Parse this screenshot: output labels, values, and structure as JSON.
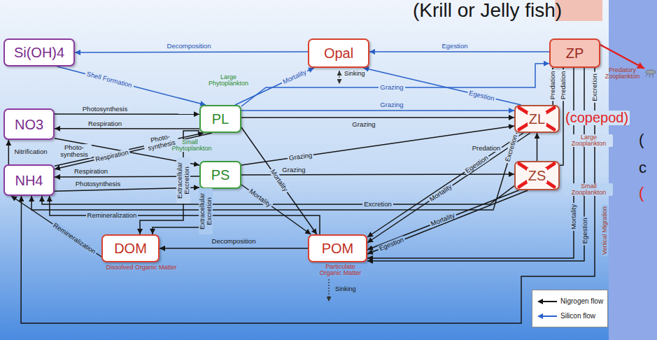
{
  "diagram": {
    "nodes": [
      {
        "text": [
          "Si(OH)4"
        ]
      },
      {
        "text": [
          "Opal"
        ]
      },
      {
        "text": [
          "ZP",
          "Predatory Zooplankton"
        ]
      },
      {
        "text": [
          "NO3"
        ]
      },
      {
        "text": [
          "PL",
          "Large Phytoplankton"
        ]
      },
      {
        "text": [
          "ZL",
          "Large Zooplankton"
        ]
      },
      {
        "text": [
          "NH4"
        ]
      },
      {
        "text": [
          "PS",
          "Small Phytoplankton"
        ]
      },
      {
        "text": [
          "ZS",
          "Small Zooplankton"
        ]
      },
      {
        "text": [
          "DOM",
          "Dissolved Organic Matter"
        ]
      },
      {
        "text": [
          "POM",
          "Particulate Organic Matter"
        ]
      }
    ],
    "edges": [
      {
        "from": 1,
        "to": 0,
        "label": "Decomposition",
        "arrow": "to"
      },
      {
        "from": 2,
        "to": 1,
        "label": "Egestion",
        "arrow": "to"
      },
      {
        "from": 0,
        "to": 4,
        "label": "Shell Formation",
        "arrow": "to"
      },
      {
        "from": 4,
        "to": 1,
        "label": "Mortality",
        "arrow": "to"
      },
      {
        "from": 5,
        "to": 1,
        "label": "Egestion",
        "arrow": "to"
      },
      {
        "from": 4,
        "to": 2,
        "label": "Grazing",
        "arrow": "to"
      },
      {
        "from": 4,
        "to": 5,
        "label": "Grazing",
        "arrow": "to"
      },
      {
        "from": 4,
        "to": 5,
        "label": "Grazing",
        "arrow": "to"
      },
      {
        "from": 3,
        "to": 4,
        "label": "Photosynthesis",
        "arrow": "to"
      },
      {
        "from": 4,
        "to": 3,
        "label": "Respiration",
        "arrow": "to"
      },
      {
        "from": 3,
        "to": 7,
        "label": "Photo- synthesis",
        "arrow": "to"
      },
      {
        "from": 6,
        "to": 4,
        "label": "Photo- synthesis",
        "arrow": "to"
      },
      {
        "from": 4,
        "to": 6,
        "label": "Respiration",
        "arrow": "to"
      },
      {
        "from": 7,
        "to": 6,
        "label": "Respiration",
        "arrow": "to"
      },
      {
        "from": 6,
        "to": 7,
        "label": "Photosynthesis",
        "arrow": "to"
      },
      {
        "from": 6,
        "to": 3,
        "label": "Nitrification",
        "arrow": "to"
      },
      {
        "from": 4,
        "to": 9,
        "label": "Extracellular Excretion",
        "arrow": "to"
      },
      {
        "from": 7,
        "to": 9,
        "label": "Extracellular Excretion",
        "arrow": "to"
      },
      {
        "from": 7,
        "to": 5,
        "label": "Grazing",
        "arrow": "to"
      },
      {
        "from": 7,
        "to": 8,
        "label": "Grazing",
        "arrow": "to"
      },
      {
        "from": 4,
        "to": 10,
        "label": "Mortality",
        "arrow": "to"
      },
      {
        "from": 7,
        "to": 10,
        "label": "Mortality",
        "arrow": "to"
      },
      {
        "from": 5,
        "to": 2,
        "label": "Predation",
        "arrow": "to"
      },
      {
        "from": 8,
        "to": 2,
        "label": "Predation",
        "arrow": "to"
      },
      {
        "from": 8,
        "to": 5,
        "label": "Predation",
        "arrow": "to"
      },
      {
        "from": 5,
        "to": 6,
        "label": "Excretion",
        "arrow": "to"
      },
      {
        "from": 8,
        "to": 6,
        "label": "Excretion",
        "arrow": "to"
      },
      {
        "from": 2,
        "to": 6,
        "label": "Excretion",
        "arrow": "to"
      },
      {
        "from": 5,
        "to": 10,
        "label": "Egestion",
        "arrow": "to"
      },
      {
        "from": 5,
        "to": 10,
        "label": "Mortality",
        "arrow": "to"
      },
      {
        "from": 8,
        "to": 10,
        "label": "Mortality",
        "arrow": "to"
      },
      {
        "from": 8,
        "to": 10,
        "label": "Egestion",
        "arrow": "to"
      },
      {
        "from": 2,
        "to": 10,
        "label": "Mortality",
        "arrow": "to"
      },
      {
        "from": 2,
        "to": 10,
        "label": "Egestion",
        "arrow": "to"
      },
      {
        "from": 10,
        "to": 9,
        "label": "Decomposition",
        "arrow": "to"
      },
      {
        "from": 9,
        "to": 6,
        "label": "Remineralization",
        "arrow": "to"
      },
      {
        "from": 10,
        "to": 6,
        "label": "Remineralization",
        "arrow": "to"
      }
    ],
    "labels": [
      "(Krill or Jelly fish)",
      "(copepod)",
      "Sinking",
      "Sinking",
      "Vertical Migration",
      "(",
      "c",
      "("
    ],
    "legend": [
      {
        "text": "Nigrogen flow"
      },
      {
        "text": "Silicon flow"
      }
    ]
  }
}
